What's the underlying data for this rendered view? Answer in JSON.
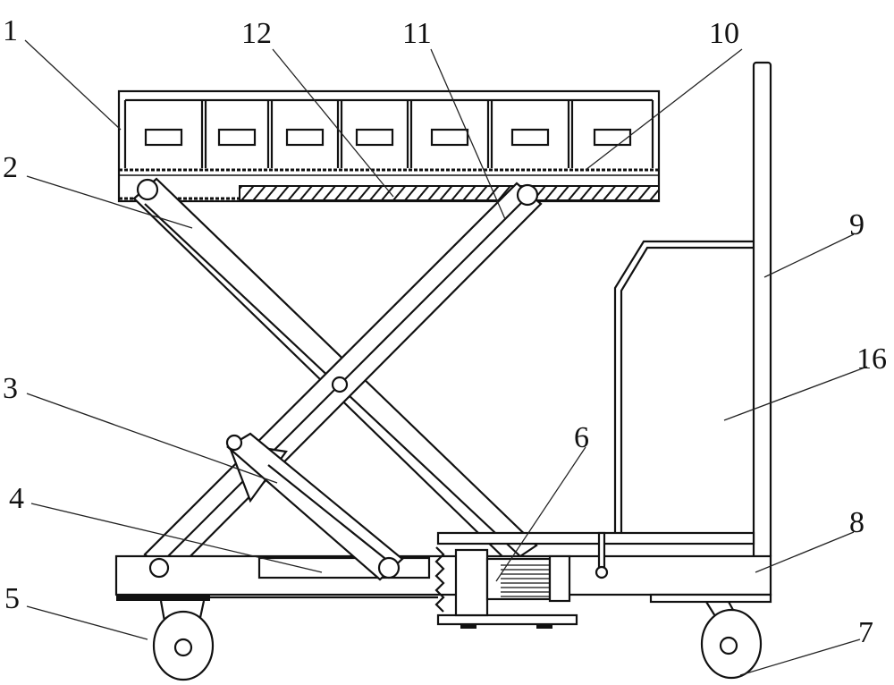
{
  "figure": {
    "labels": {
      "l1": "1",
      "l2": "2",
      "l3": "3",
      "l4": "4",
      "l5": "5",
      "l6": "6",
      "l7": "7",
      "l8": "8",
      "l9": "9",
      "l10": "10",
      "l11": "11",
      "l12": "12",
      "l16": "16"
    }
  }
}
